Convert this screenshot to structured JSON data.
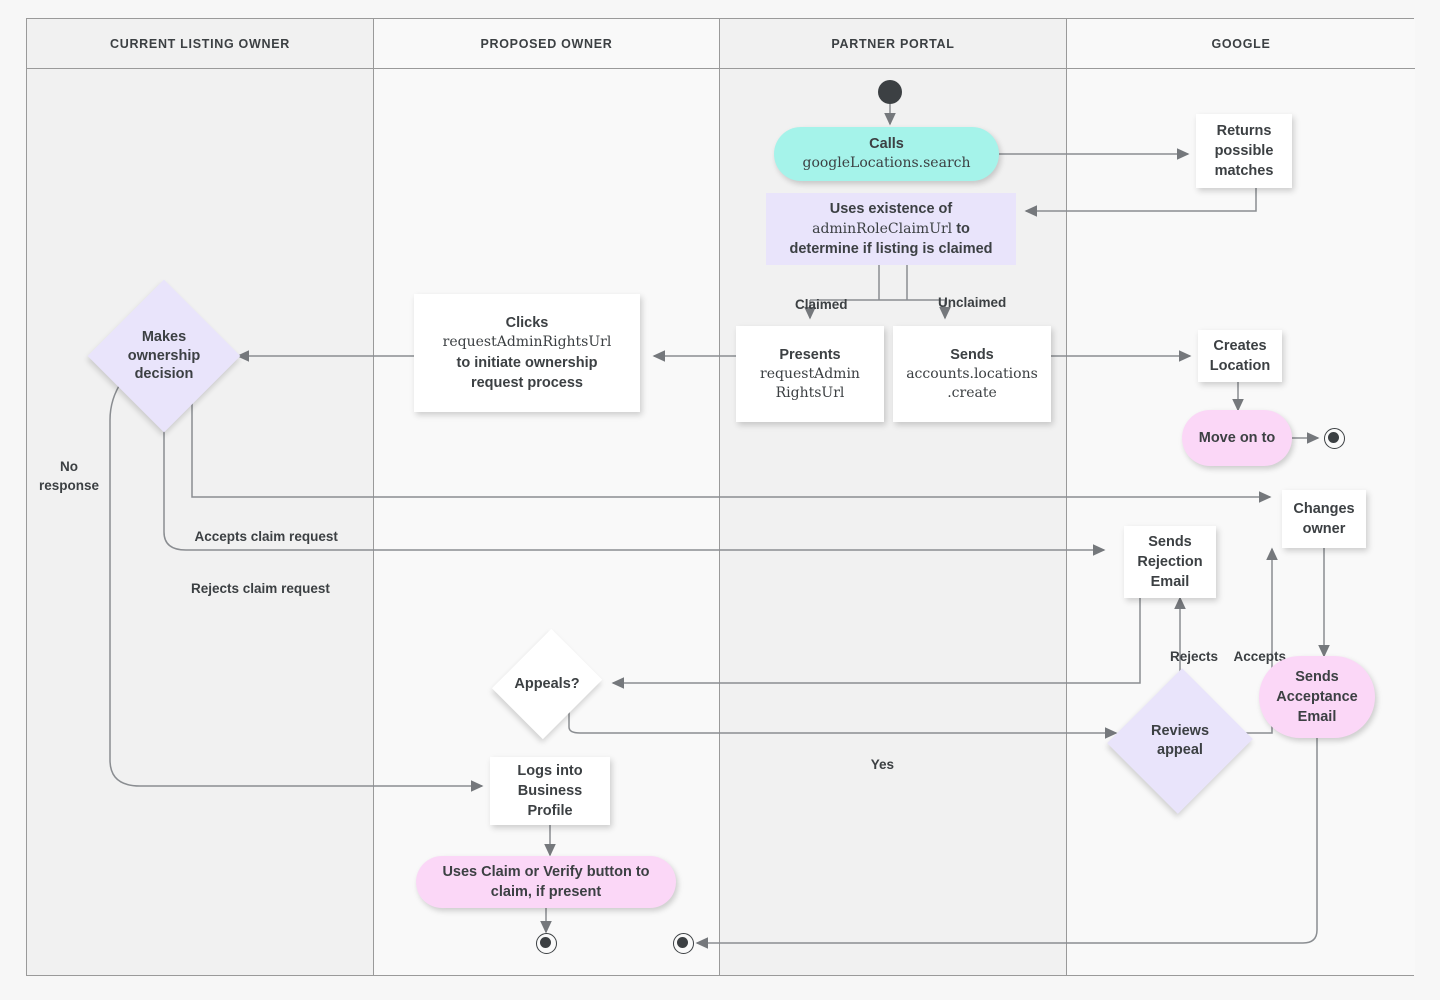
{
  "diagram": {
    "title": "Business Profile listing ownership transfer flow",
    "lanes": [
      {
        "id": "current-listing-owner",
        "label": "CURRENT LISTING OWNER"
      },
      {
        "id": "proposed-owner",
        "label": "PROPOSED OWNER"
      },
      {
        "id": "partner-portal",
        "label": "PARTNER PORTAL"
      },
      {
        "id": "google",
        "label": "GOOGLE"
      }
    ],
    "colors": {
      "cyan": "#a5f3ea",
      "lavender": "#e9e4fb",
      "pink": "#fbd7f7",
      "white": "#ffffff",
      "stroke": "#8a8d91",
      "text": "#3c4043",
      "lane_shade": "#f1f1f1",
      "lane_plain": "#f9f9f9",
      "page_bg": "#f7f7f7"
    },
    "nodes": {
      "start": {
        "kind": "start",
        "label": ""
      },
      "calls_search": {
        "kind": "pill",
        "lane": "partner-portal",
        "line1": "Calls",
        "line2": "googleLocations.search"
      },
      "returns_matches": {
        "kind": "rect",
        "lane": "google",
        "label": "Returns\npossible\nmatches"
      },
      "uses_existence": {
        "kind": "box",
        "lane": "partner-portal",
        "line1": "Uses existence of",
        "line2": "adminRoleClaimUrl",
        "line2b": " to",
        "line3": "determine if listing is claimed"
      },
      "presents_url": {
        "kind": "rect",
        "lane": "partner-portal",
        "line1": "Presents",
        "line2": "requestAdmin",
        "line3": "RightsUrl"
      },
      "sends_create": {
        "kind": "rect",
        "lane": "partner-portal",
        "line1": "Sends",
        "line2": "accounts.locations",
        "line3": ".create"
      },
      "creates_location": {
        "kind": "rect",
        "lane": "google",
        "label": "Creates\nLocation"
      },
      "move_on_to": {
        "kind": "pill",
        "lane": "google",
        "label": "Move on to"
      },
      "end_google": {
        "kind": "end",
        "lane": "google",
        "label": ""
      },
      "clicks_url": {
        "kind": "rect",
        "lane": "proposed-owner",
        "line1": "Clicks",
        "line2": "requestAdminRightsUrl",
        "line3": "to initiate ownership",
        "line4": "request process"
      },
      "ownership_decision": {
        "kind": "diamond",
        "lane": "current-listing-owner",
        "label": "Makes\nownership\ndecision",
        "fill": "#e9e4fb"
      },
      "changes_owner": {
        "kind": "rect",
        "lane": "google",
        "label": "Changes\nowner"
      },
      "sends_rejection": {
        "kind": "rect",
        "lane": "google",
        "label": "Sends\nRejection\nEmail"
      },
      "sends_acceptance": {
        "kind": "pill",
        "lane": "google",
        "label": "Sends\nAcceptance\nEmail"
      },
      "appeals": {
        "kind": "diamond",
        "lane": "proposed-owner",
        "label": "Appeals?",
        "fill": "#ffffff"
      },
      "reviews_appeal": {
        "kind": "diamond",
        "lane": "google",
        "label": "Reviews\nappeal",
        "fill": "#e9e4fb"
      },
      "logs_in": {
        "kind": "rect",
        "lane": "proposed-owner",
        "label": "Logs into\nBusiness\nProfile"
      },
      "uses_claim": {
        "kind": "pill",
        "lane": "proposed-owner",
        "label": "Uses Claim or Verify button to\nclaim, if present"
      },
      "end_proposed": {
        "kind": "end",
        "lane": "proposed-owner",
        "label": ""
      },
      "end_partner": {
        "kind": "end",
        "lane": "partner-portal",
        "label": ""
      }
    },
    "edge_labels": [
      {
        "id": "claimed",
        "text": "Claimed"
      },
      {
        "id": "unclaimed",
        "text": "Unclaimed"
      },
      {
        "id": "no-response",
        "text": "No\nresponse"
      },
      {
        "id": "accepts-claim",
        "text": "Accepts claim request"
      },
      {
        "id": "rejects-claim",
        "text": "Rejects claim request"
      },
      {
        "id": "rejects",
        "text": "Rejects"
      },
      {
        "id": "accepts",
        "text": "Accepts"
      },
      {
        "id": "yes",
        "text": "Yes"
      }
    ]
  }
}
